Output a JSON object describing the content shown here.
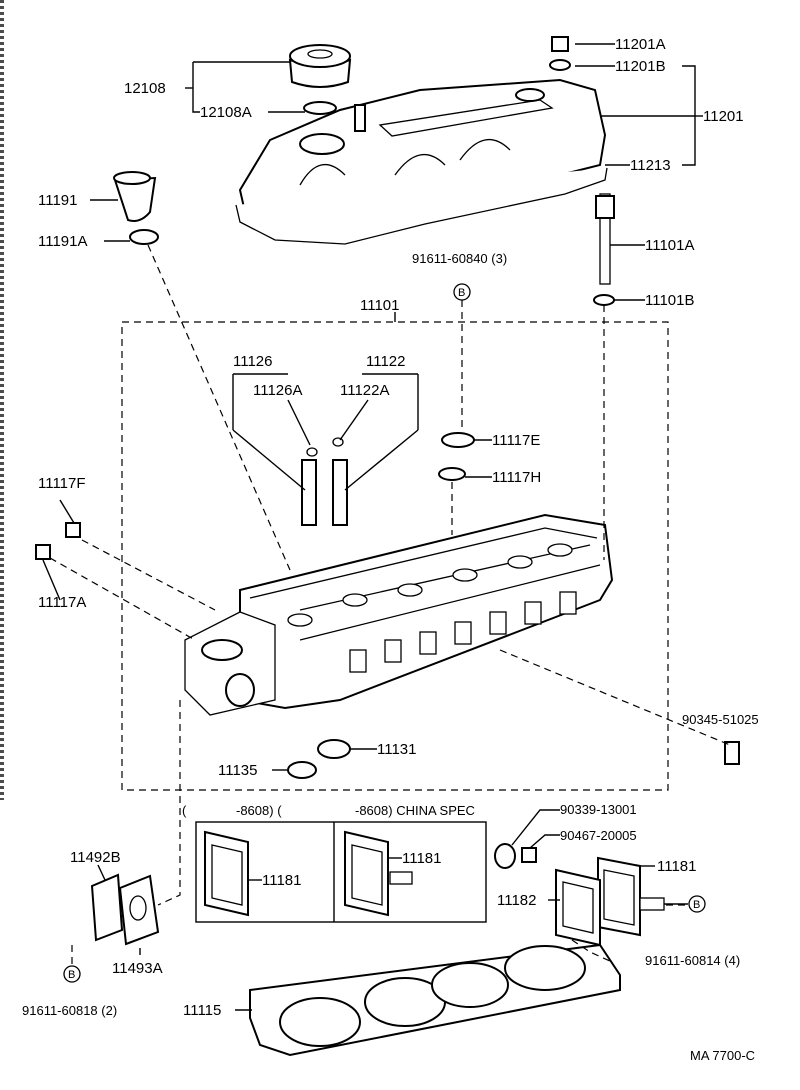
{
  "labels": {
    "p11201A": "11201A",
    "p11201B": "11201B",
    "p11201": "11201",
    "p11213": "11213",
    "p12108": "12108",
    "p12108A": "12108A",
    "p11191": "11191",
    "p11191A": "11191A",
    "p91611_60840": "91611-60840 (3)",
    "p11101A": "11101A",
    "p11101B": "11101B",
    "p11101": "11101",
    "p11126": "11126",
    "p11126A": "11126A",
    "p11122": "11122",
    "p11122A": "11122A",
    "p11117E": "11117E",
    "p11117H": "11117H",
    "p11117F": "11117F",
    "p11117A": "11117A",
    "p90345_51025": "90345-51025",
    "p11131": "11131",
    "p11135": "11135",
    "p90339_13001": "90339-13001",
    "p90467_20005": "90467-20005",
    "p11181_right": "11181",
    "p11182": "11182",
    "p91611_60814": "91611-60814 (4)",
    "p11492B": "11492B",
    "p11493A": "11493A",
    "p91611_60818": "91611-60818 (2)",
    "p11115": "11115",
    "p11181_box1": "11181",
    "p11181_box2": "11181",
    "footer": "MA 7700-C"
  },
  "inset": {
    "header_paren": "(",
    "header_left": "-8608) (",
    "header_right": "-8608) CHINA SPEC"
  },
  "marker": "B"
}
